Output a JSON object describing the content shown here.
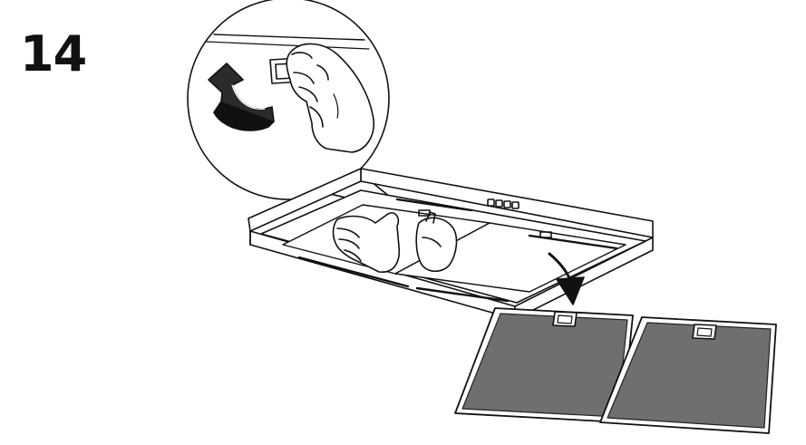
{
  "step": {
    "number": "14"
  },
  "colors": {
    "ink": "#111111",
    "filter_fill": "#6f6f6f",
    "paper": "#ffffff"
  },
  "figures": {
    "detail_callout": "detail-magnifier",
    "hood": "range-hood",
    "filters": [
      "grease-filter",
      "grease-filter"
    ],
    "arrows": [
      "lift-arrow-icon",
      "remove-arrow-icon"
    ]
  }
}
